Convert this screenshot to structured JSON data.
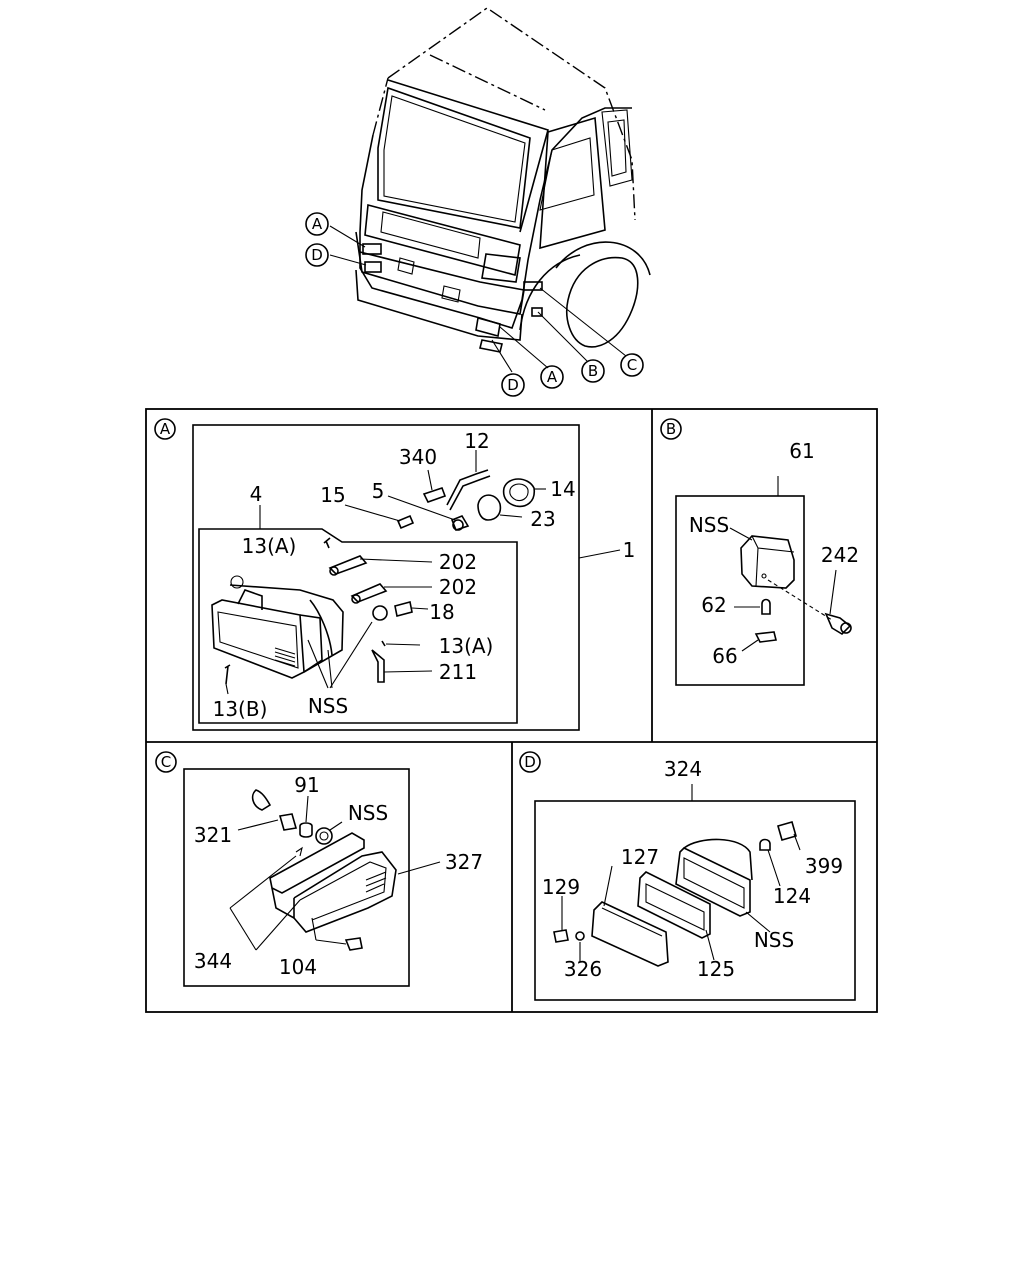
{
  "overview": {
    "callouts_left": [
      "A",
      "D"
    ],
    "callouts_bottom": [
      "D",
      "A",
      "B",
      "C"
    ]
  },
  "panel_a": {
    "letter": "A",
    "labels": {
      "n340": "340",
      "n12": "12",
      "n4": "4",
      "n15": "15",
      "n5": "5",
      "n14": "14",
      "n23": "23",
      "n1": "1",
      "n13a_top": "13(A)",
      "n202_a": "202",
      "n202_b": "202",
      "n18": "18",
      "n13a_mid": "13(A)",
      "n211": "211",
      "n13b": "13(B)",
      "nss": "NSS"
    }
  },
  "panel_b": {
    "letter": "B",
    "labels": {
      "n61": "61",
      "nss": "NSS",
      "n242": "242",
      "n62": "62",
      "n66": "66"
    }
  },
  "panel_c": {
    "letter": "C",
    "labels": {
      "n91": "91",
      "nss": "NSS",
      "n321": "321",
      "n327": "327",
      "n344": "344",
      "n104": "104"
    }
  },
  "panel_d": {
    "letter": "D",
    "labels": {
      "n324": "324",
      "n127": "127",
      "n399": "399",
      "n129": "129",
      "n124": "124",
      "nss": "NSS",
      "n326": "326",
      "n125": "125"
    }
  }
}
